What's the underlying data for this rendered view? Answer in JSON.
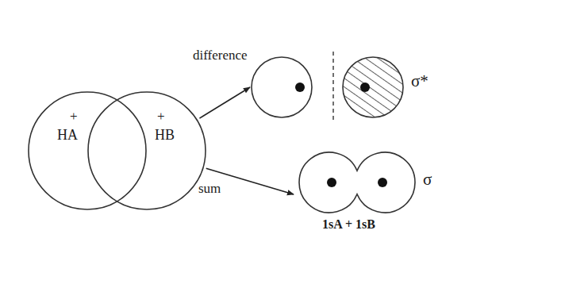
{
  "diagram": {
    "nodes": [
      {
        "text": [
          "+",
          "HA"
        ]
      },
      {
        "text": [
          "+",
          "HB"
        ]
      },
      {
        "text": [
          "σ*"
        ]
      },
      {
        "text": [
          "σ",
          "1sA + 1sB"
        ]
      }
    ],
    "edges": [
      {
        "from": 1,
        "to": 2,
        "arrow": "to",
        "label": "difference"
      },
      {
        "from": 1,
        "to": 3,
        "arrow": "to",
        "label": "sum"
      }
    ]
  }
}
